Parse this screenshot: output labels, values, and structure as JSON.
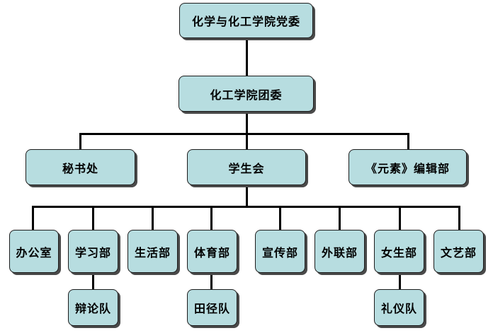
{
  "diagram": {
    "root": "化学与化工学院党委",
    "level2": "化工学院团委",
    "level3": {
      "left": "秘书处",
      "center": "学生会",
      "right": "《元素》编辑部"
    },
    "departments": [
      "办公室",
      "学习部",
      "生活部",
      "体育部",
      "宣传部",
      "外联部",
      "女生部",
      "文艺部"
    ],
    "subunits": {
      "study": "辩论队",
      "sports": "田径队",
      "girls": "礼仪队"
    }
  },
  "colors": {
    "node_fill": "#b7dde0",
    "node_border": "#1c1c1c",
    "connector": "#000000"
  }
}
